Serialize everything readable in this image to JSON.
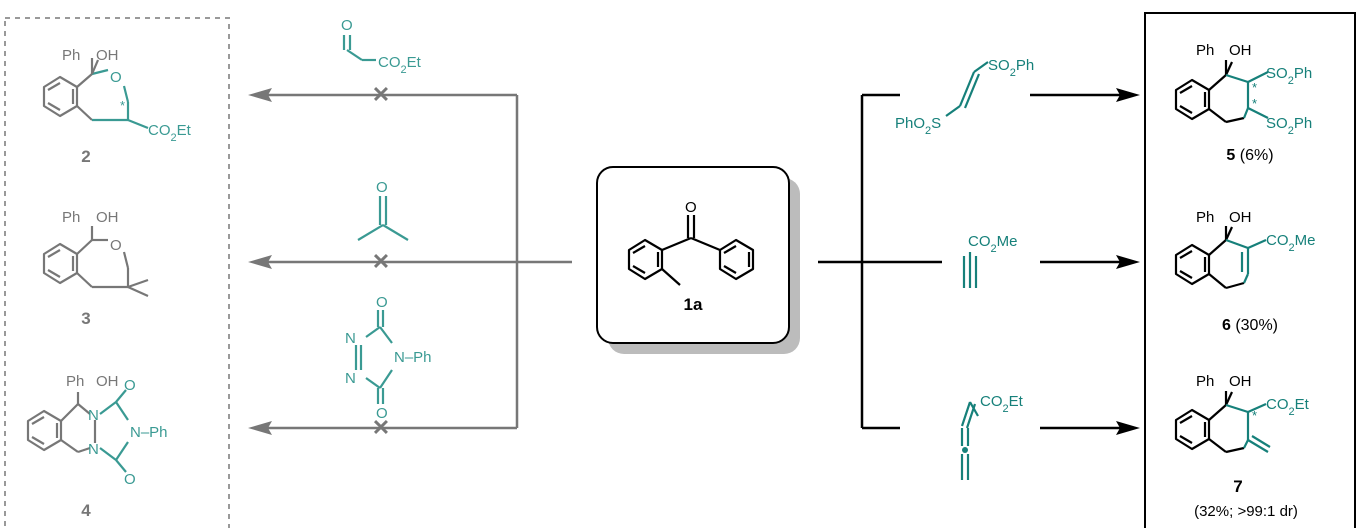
{
  "colors": {
    "teal": "#3a9a93",
    "teal_dark": "#16807a",
    "gray": "#777777",
    "black": "#000000",
    "shadow": "#bcbcbc"
  },
  "center": {
    "label": "1a"
  },
  "substituents": {
    "ph": "Ph",
    "oh": "OH",
    "o": "O",
    "n": "N",
    "co2et": "CO2Et",
    "co2me": "CO2Me",
    "so2ph": "SO2Ph",
    "phso2": "PhO2S",
    "n_ph": "N–Ph",
    "star": "*"
  },
  "failed": {
    "blocked_mark": "✕",
    "items": [
      {
        "number": "2"
      },
      {
        "number": "3"
      },
      {
        "number": "4"
      }
    ]
  },
  "products": [
    {
      "number": "5",
      "yield": "(6%)"
    },
    {
      "number": "6",
      "yield": "(30%)"
    },
    {
      "number": "7",
      "yield": "(32%; >99:1 dr)"
    }
  ]
}
